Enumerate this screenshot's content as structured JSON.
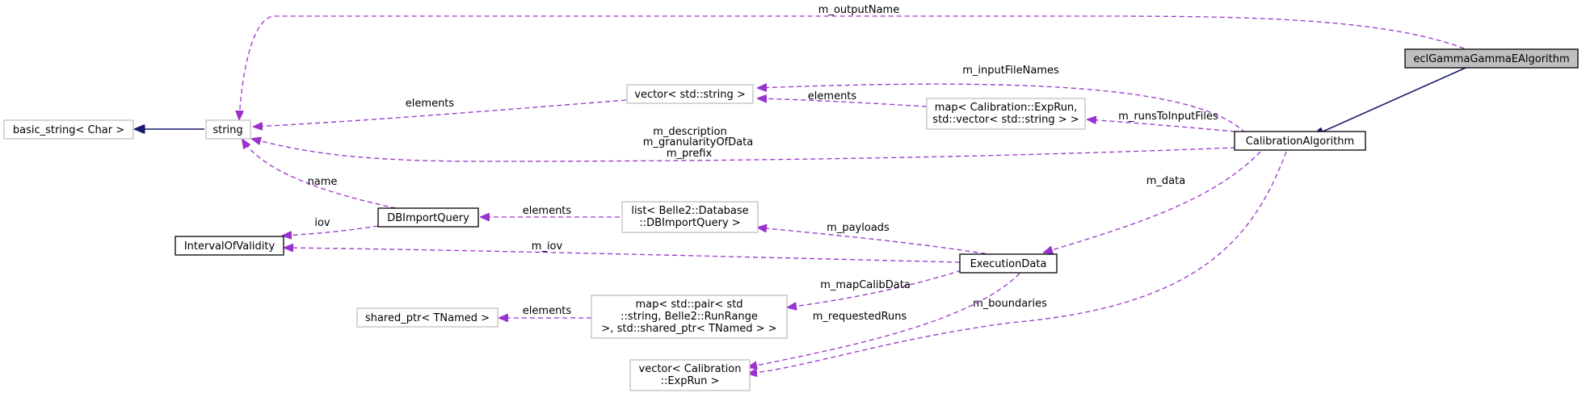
{
  "diagram": {
    "colors": {
      "usage_edge": "#9a32cd",
      "inheritance_edge": "#191970",
      "focus_node_fill": "#bfbfbf",
      "external_node_border": "#bfbfbf",
      "documented_node_border": "#000000"
    },
    "nodes": {
      "eclgamma": "eclGammaGammaEAlgorithm",
      "basic_string": "basic_string< Char >",
      "string": "string",
      "vector_string": "vector< std::string >",
      "map_exprun_line1": "map< Calibration::ExpRun,",
      "map_exprun_line2": "std::vector< std::string > >",
      "calibration_algorithm": "CalibrationAlgorithm",
      "dbimportquery": "DBImportQuery",
      "list_line1": "list< Belle2::Database",
      "list_line2": "::DBImportQuery >",
      "interval_of_validity": "IntervalOfValidity",
      "execution_data": "ExecutionData",
      "shared_ptr": "shared_ptr< TNamed >",
      "map_pair_line1": "map< std::pair< std",
      "map_pair_line2": "::string, Belle2::RunRange",
      "map_pair_line3": " >, std::shared_ptr< TNamed > >",
      "vector_exprun_line1": "vector< Calibration",
      "vector_exprun_line2": "::ExpRun >"
    },
    "edges": {
      "m_outputName": "m_outputName",
      "m_inputFileNames": "m_inputFileNames",
      "elements_vector": "elements",
      "elements_map": "elements",
      "m_runsToInputFiles": "m_runsToInputFiles",
      "m_description": "m_description",
      "m_granularityOfData": "m_granularityOfData",
      "m_prefix": "m_prefix",
      "name": "name",
      "iov": "iov",
      "elements_list": "elements",
      "m_data": "m_data",
      "m_payloads": "m_payloads",
      "m_iov": "m_iov",
      "m_mapCalibData": "m_mapCalibData",
      "elements_shared": "elements",
      "m_boundaries": "m_boundaries",
      "m_requestedRuns": "m_requestedRuns"
    }
  }
}
